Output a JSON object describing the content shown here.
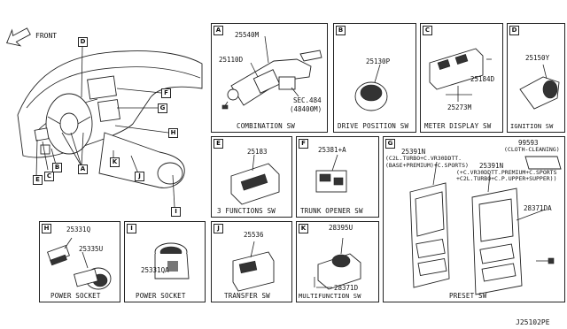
{
  "overview": {
    "front_label": "FRONT",
    "callouts": [
      "D",
      "F",
      "G",
      "H",
      "A",
      "B",
      "C",
      "E",
      "K",
      "J",
      "I"
    ]
  },
  "panels": {
    "A": {
      "letter": "A",
      "caption": "COMBINATION SW",
      "parts": [
        "25540M",
        "25110D",
        "SEC.484",
        "(48400M)"
      ]
    },
    "B": {
      "letter": "B",
      "caption": "DRIVE POSITION SW",
      "parts": [
        "25130P"
      ]
    },
    "C": {
      "letter": "C",
      "caption": "METER DISPLAY SW",
      "parts": [
        "25184D",
        "25273M"
      ]
    },
    "D": {
      "letter": "D",
      "caption": "IGNITION SW",
      "parts": [
        "25150Y"
      ]
    },
    "E": {
      "letter": "E",
      "caption": "3 FUNCTIONS SW",
      "parts": [
        "25183"
      ]
    },
    "F": {
      "letter": "F",
      "caption": "TRUNK OPENER SW",
      "parts": [
        "25381+A"
      ]
    },
    "G": {
      "letter": "G",
      "caption": "PRESET SW",
      "parts": [
        "99593",
        "(CLOTH-CLEANING)",
        "25391N",
        "(C2L.TURBO+C.VR30DDTT.",
        "(BASE+PREMIUM)+C.SPORTS)",
        "25391N",
        "(+C.VR30DDTT.PREMIUM+C.SPORTS",
        "+C2L.TURBO+C.P.UPPER+SUPPER))",
        "28371DA"
      ]
    },
    "H": {
      "letter": "H",
      "caption": "POWER SOCKET",
      "parts": [
        "25331Q",
        "25335U"
      ]
    },
    "I": {
      "letter": "I",
      "caption": "POWER SOCKET",
      "parts": [
        "25331QA"
      ]
    },
    "J": {
      "letter": "J",
      "caption": "TRANSFER SW",
      "parts": [
        "25536"
      ]
    },
    "K": {
      "letter": "K",
      "caption": "MULTIFUNCTION SW",
      "parts": [
        "28395U",
        "28371D"
      ]
    }
  },
  "diagram_id": "J25102PE"
}
